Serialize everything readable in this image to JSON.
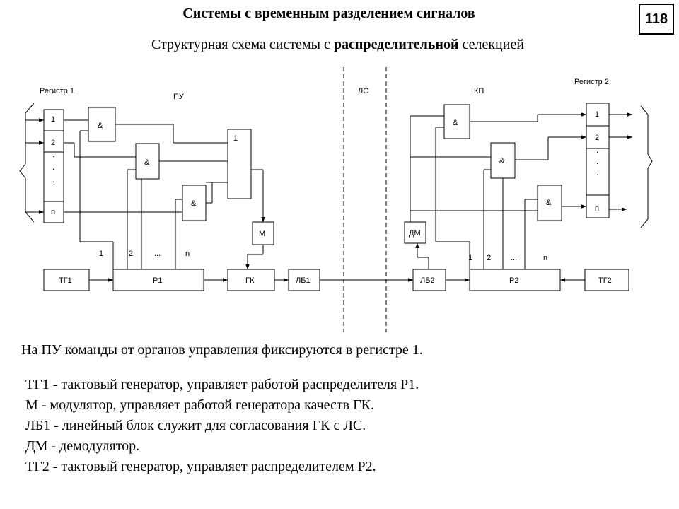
{
  "header": {
    "title": "Системы с временным разделением сигналов",
    "subtitle_pre": "Структурная схема системы с ",
    "subtitle_bold": "распределительной",
    "subtitle_post": " селекцией",
    "page_number": "118"
  },
  "diagram": {
    "pu_label": "ПУ",
    "ls_label": "ЛС",
    "kp_label": "КП",
    "register1": {
      "title": "Регистр 1",
      "cells": [
        "1",
        "2",
        "n"
      ]
    },
    "register2": {
      "title": "Регистр 2",
      "cells": [
        "1",
        "2",
        "n"
      ]
    },
    "and_label": "&",
    "or_label": "1",
    "m_label": "М",
    "dm_label": "ДМ",
    "tg1_label": "ТГ1",
    "tg2_label": "ТГ2",
    "r1_label": "Р1",
    "r2_label": "Р2",
    "gk_label": "ГК",
    "lb1_label": "ЛБ1",
    "lb2_label": "ЛБ2",
    "out_labels": [
      "1",
      "2",
      "...",
      "n"
    ]
  },
  "text": {
    "caption": "На ПУ команды от органов управления фиксируются в регистре 1.",
    "lines": [
      "ТГ1 - тактовый генератор, управляет работой распределителя Р1.",
      "М - модулятор, управляет работой генератора качеств ГК.",
      "ЛБ1 - линейный блок служит для согласования ГК с ЛС.",
      "ДМ - демодулятор.",
      "ТГ2 - тактовый генератор, управляет распределителем Р2."
    ]
  }
}
